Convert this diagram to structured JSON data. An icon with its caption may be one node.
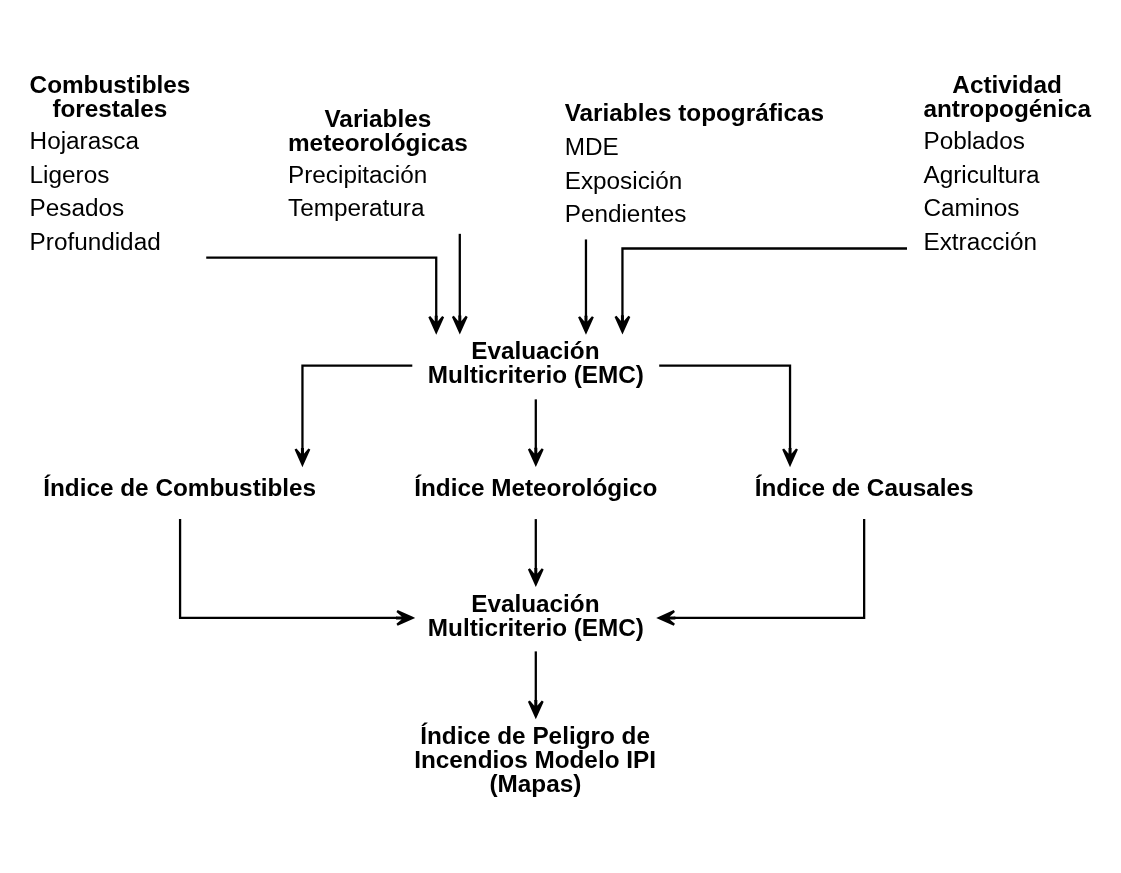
{
  "diagram": {
    "nodes": [
      {
        "text": [
          "Combustibles forestales"
        ],
        "beside": [
          "Hojarasca",
          "Ligeros",
          "Pesados",
          "Profundidad"
        ]
      },
      {
        "text": [
          "Variables meteorológicas"
        ],
        "beside": [
          "Precipitación",
          "Temperatura"
        ]
      },
      {
        "text": [
          "Variables topográficas"
        ],
        "beside": [
          "MDE",
          "Exposición",
          "Pendientes"
        ]
      },
      {
        "text": [
          "Actividad antropogénica"
        ],
        "beside": [
          "Poblados",
          "Agricultura",
          "Caminos",
          "Extracción"
        ]
      },
      {
        "text": [
          "Evaluación Multicriterio (EMC)"
        ]
      },
      {
        "text": [
          "Índice de Combustibles"
        ]
      },
      {
        "text": [
          "Índice Meteorológico"
        ]
      },
      {
        "text": [
          "Índice de Causales"
        ]
      },
      {
        "text": [
          "Evaluación Multicriterio (EMC)"
        ]
      },
      {
        "text": [
          "Índice de Peligro de Incendios Modelo IPI (Mapas)"
        ]
      }
    ],
    "edges": [
      {
        "from": 0,
        "to": 4,
        "arrow": "to"
      },
      {
        "from": 1,
        "to": 4,
        "arrow": "to"
      },
      {
        "from": 2,
        "to": 4,
        "arrow": "to"
      },
      {
        "from": 3,
        "to": 4,
        "arrow": "to"
      },
      {
        "from": 4,
        "to": 5,
        "arrow": "to"
      },
      {
        "from": 4,
        "to": 6,
        "arrow": "to"
      },
      {
        "from": 4,
        "to": 7,
        "arrow": "to"
      },
      {
        "from": 5,
        "to": 8,
        "arrow": "to"
      },
      {
        "from": 6,
        "to": 8,
        "arrow": "to"
      },
      {
        "from": 7,
        "to": 8,
        "arrow": "to"
      },
      {
        "from": 8,
        "to": 9,
        "arrow": "to"
      }
    ]
  }
}
